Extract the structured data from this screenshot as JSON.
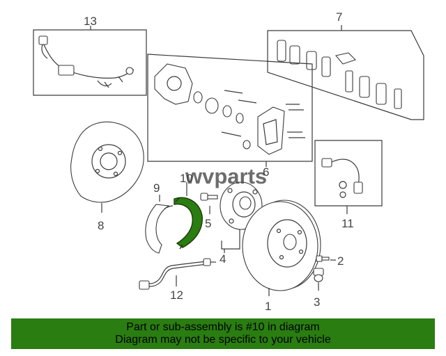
{
  "callouts": {
    "c1": "1",
    "c2": "2",
    "c3": "3",
    "c4": "4",
    "c5": "5",
    "c6": "6",
    "c7": "7",
    "c8": "8",
    "c9": "9",
    "c10": "10",
    "c11": "11",
    "c12": "12",
    "c13": "13"
  },
  "watermark": "wvparts",
  "banner": {
    "line1": "Part or sub-assembly is #10 in diagram",
    "line2": "Diagram may not be specific to your vehicle"
  },
  "colors": {
    "banner": "#2a7d10",
    "highlight": "#2a7d10",
    "line": "#3a3a3a"
  }
}
